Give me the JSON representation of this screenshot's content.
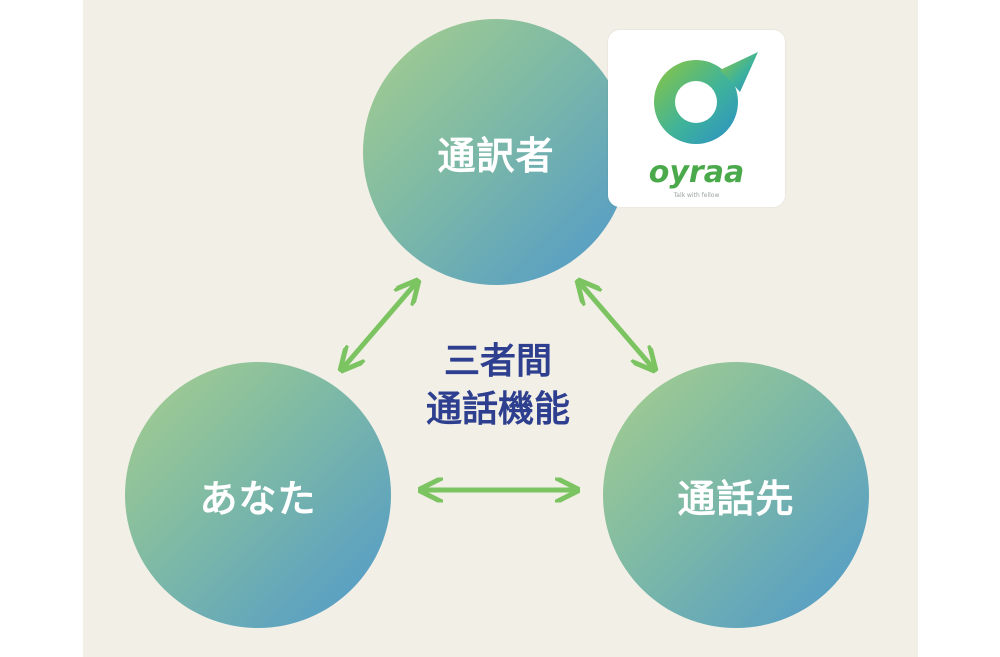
{
  "diagram": {
    "nodes": {
      "interpreter": "通訳者",
      "you": "あなた",
      "callee": "通話先"
    },
    "center_title": [
      "三者間",
      "通話機能"
    ],
    "logo": {
      "wordmark": "oyraa",
      "tagline": "Talk with fellow"
    },
    "colors": {
      "circle_gradient": [
        "#a8cf8c",
        "#4f98cc"
      ],
      "arrow": "#7cc461",
      "center_text": "#2d3f8e",
      "background": "#f2efe7"
    }
  }
}
